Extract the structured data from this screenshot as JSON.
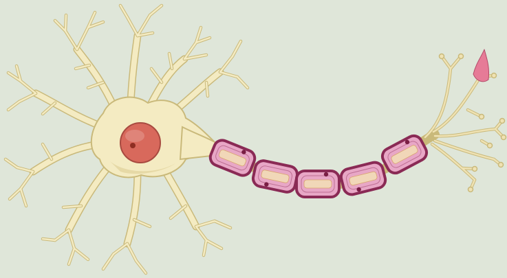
{
  "diagram": {
    "colors": {
      "background": "#dfe6d9",
      "cell_fill": "#f4ebc2",
      "cell_stroke": "#c9b97a",
      "cell_shadow": "#e6d9a6",
      "nucleus_fill": "#d8695c",
      "nucleus_stroke": "#a84a40",
      "nucleolus": "#8e2e22",
      "myelin_fill": "#e8a7c6",
      "myelin_stroke": "#8a2a55",
      "myelin_inner": "#f1d7b8",
      "schwann_nucleus": "#7a1e44",
      "axon_fill": "#efe2b3",
      "synapse_fill": "#e67b97"
    },
    "parts": [
      {
        "name": "dendrites",
        "icon": "dendrite-branches"
      },
      {
        "name": "cell-body",
        "icon": "soma"
      },
      {
        "name": "nucleus",
        "icon": "nucleus-circle"
      },
      {
        "name": "axon",
        "icon": "axon-fiber"
      },
      {
        "name": "myelin-sheath",
        "icon": "myelin-segments",
        "segment_count": 5
      },
      {
        "name": "axon-terminals",
        "icon": "terminal-branches"
      }
    ]
  }
}
